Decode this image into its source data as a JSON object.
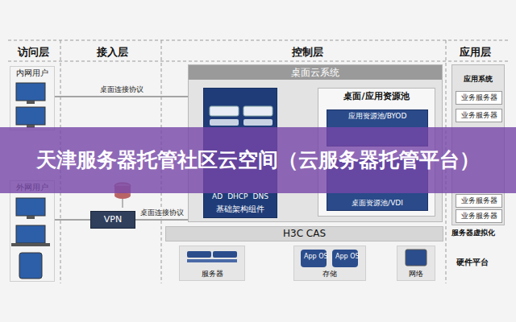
{
  "diagram": {
    "title": "天津服务器托管社区云空间（云服务器托管平台）",
    "nodes": [
      {
        "text": [
          "内网用户"
        ]
      },
      {
        "text": [
          "外网用户"
        ]
      },
      {
        "text": [
          "VPN"
        ]
      },
      {
        "text": [
          "桌面云系统"
        ]
      },
      {
        "text": [
          "AD",
          "DHCP",
          "DNS",
          "基础架构组件"
        ],
        "in": 3
      },
      {
        "text": [
          "桌面/应用资源池"
        ],
        "in": 3
      },
      {
        "text": [
          "应用资源池/BYOD"
        ],
        "in": 5
      },
      {
        "text": [
          "桌面资源池/VDI"
        ],
        "in": 5
      },
      {
        "text": [
          "H3C CAS"
        ]
      },
      {
        "text": [
          "服务器"
        ]
      },
      {
        "text": [
          "存储"
        ]
      },
      {
        "text": [
          "网络"
        ]
      },
      {
        "text": [
          "应用系统"
        ]
      },
      {
        "text": [
          "业务服务器"
        ],
        "in": 12
      },
      {
        "text": [
          "业务服务器"
        ],
        "in": 12
      },
      {
        "text": [
          "业务服务器"
        ],
        "in": 12
      },
      {
        "text": [
          "业务服务器"
        ],
        "in": 12
      }
    ],
    "edges": [
      {
        "from": 0,
        "to": 3,
        "label": "桌面连接协议",
        "arrow": "none"
      },
      {
        "from": 1,
        "to": 2,
        "arrow": "none"
      },
      {
        "from": 2,
        "to": 3,
        "label": "桌面连接协议",
        "arrow": "none"
      }
    ],
    "labels": [
      "访问层",
      "接入层",
      "控制层",
      "应用层",
      "服务器虚拟化",
      "硬件平台",
      "App OS",
      "App OS"
    ]
  }
}
